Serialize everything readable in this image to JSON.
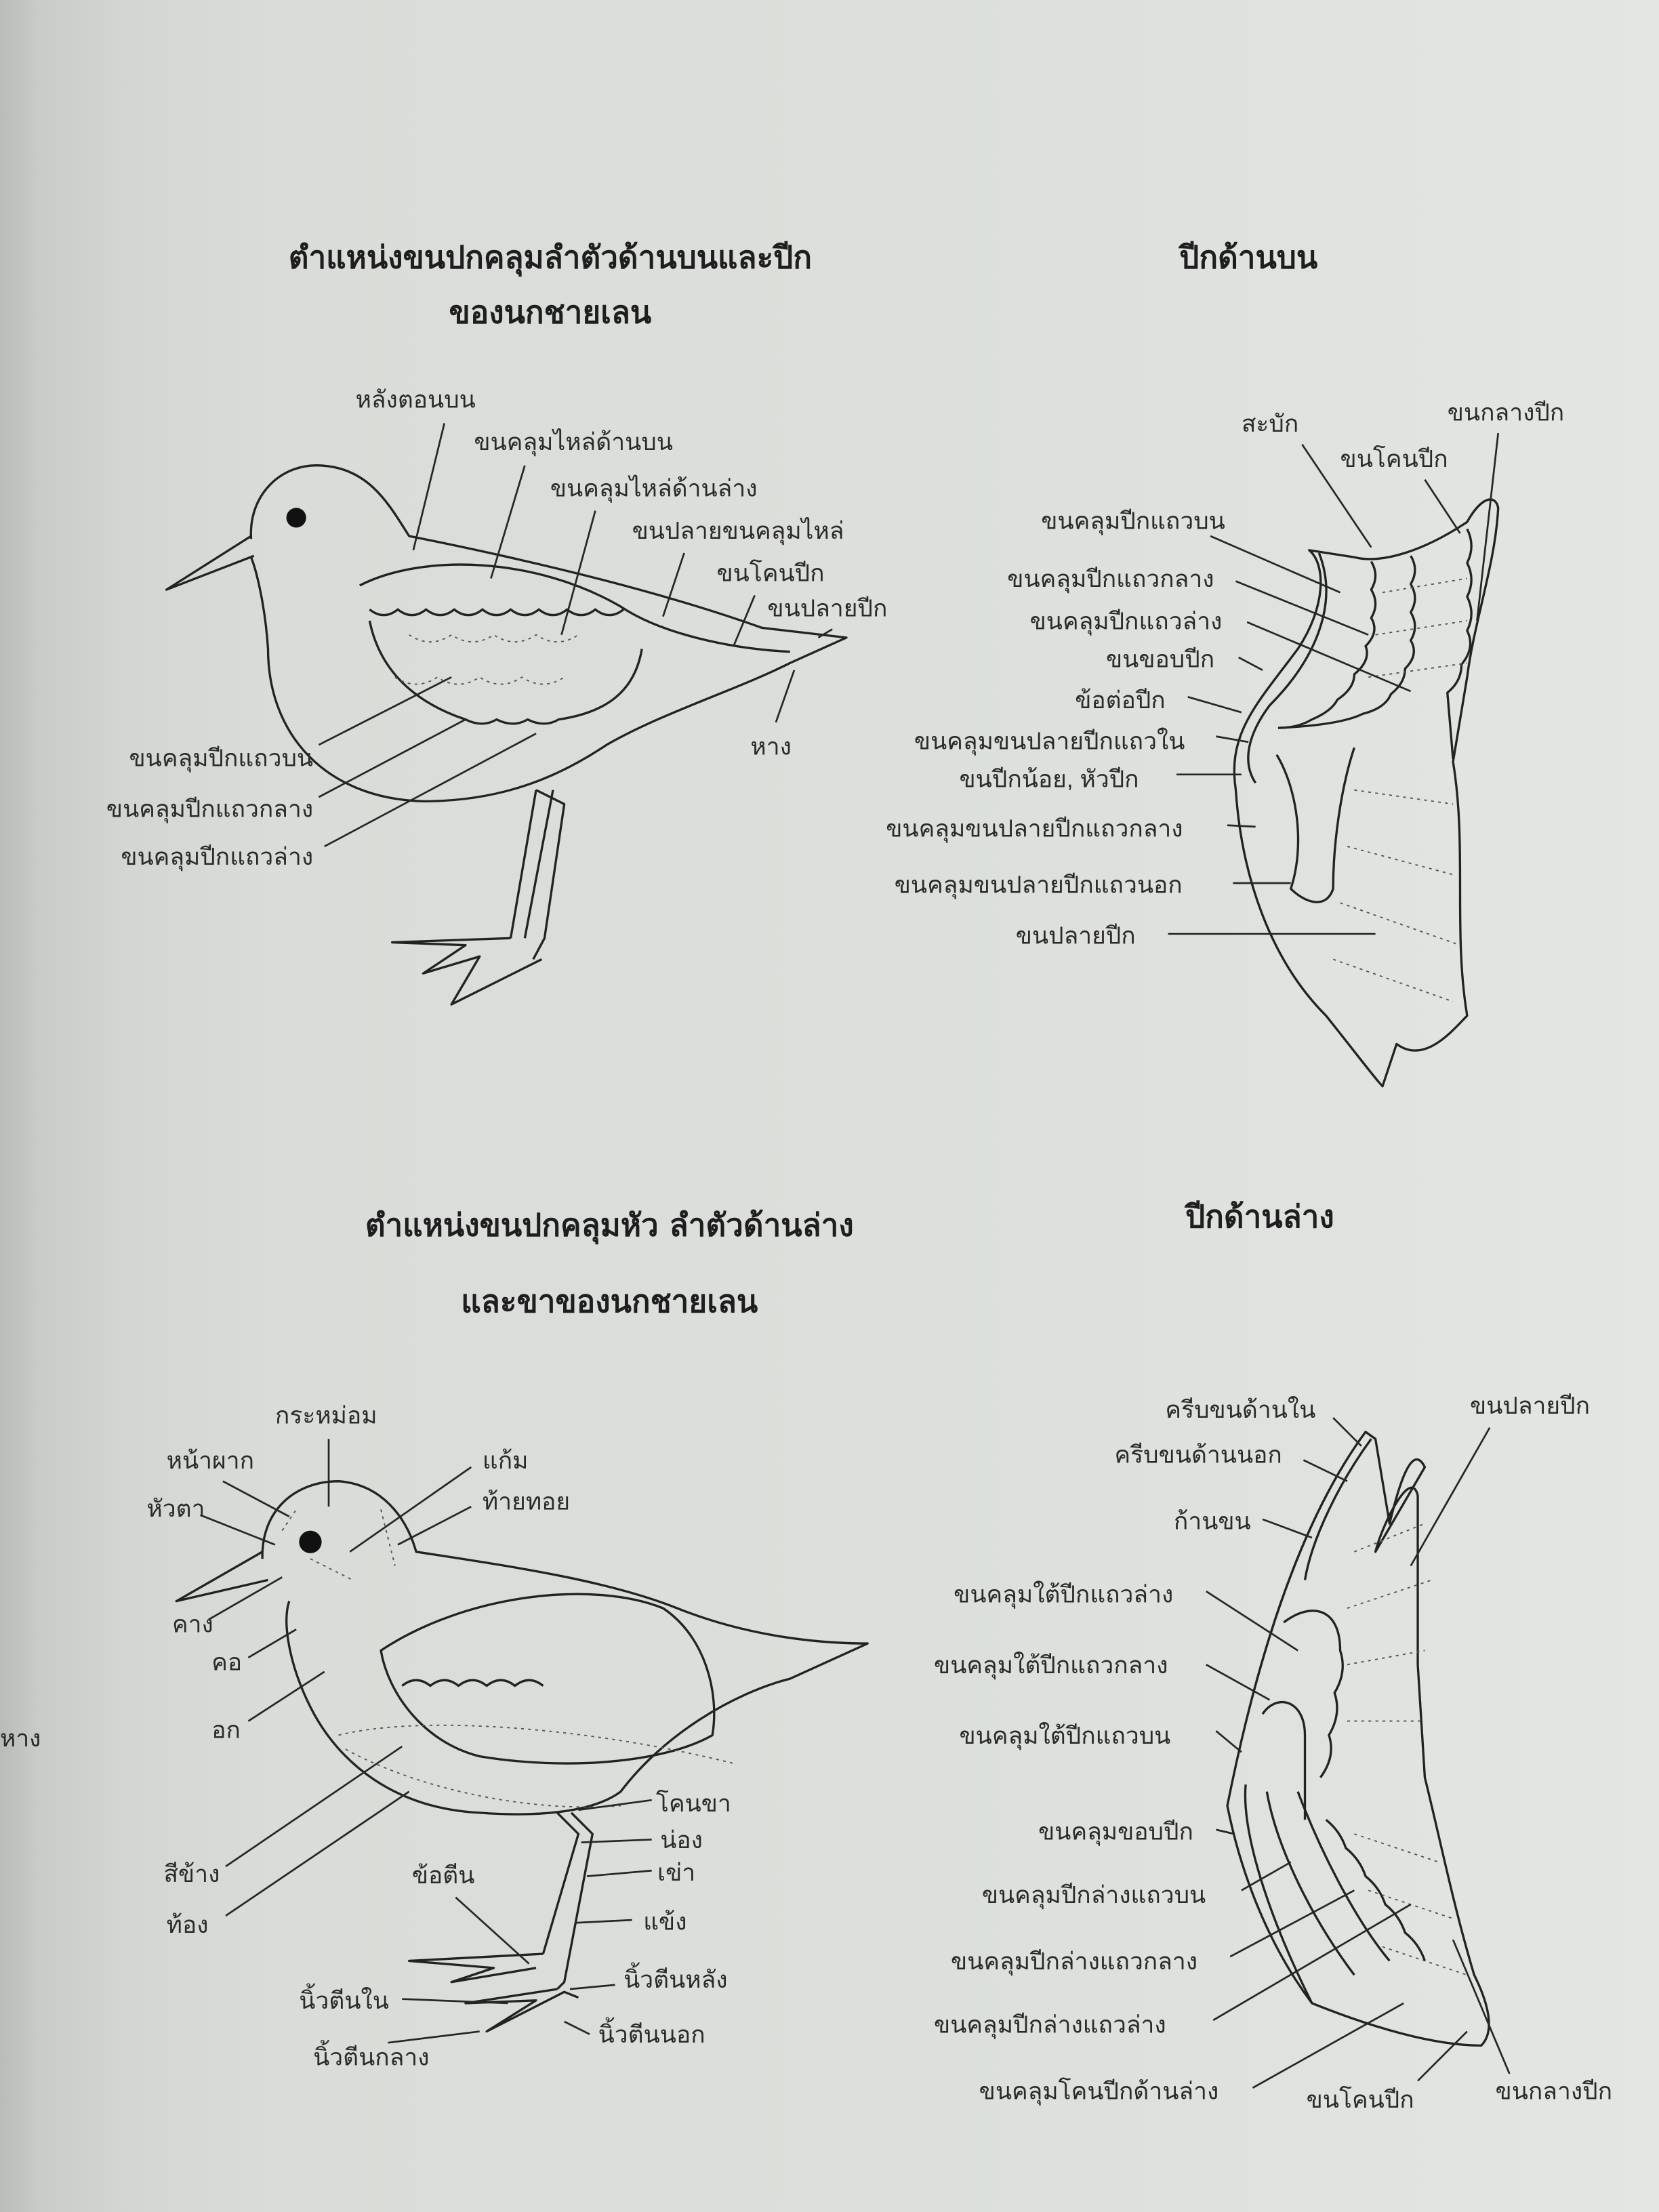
{
  "margin_fragment": "หาง",
  "upper_body": {
    "title_line1": "ตำแหน่งขนปกคลุมลำตัวด้านบนและปีก",
    "title_line2": "ของนกชายเลน",
    "labels": [
      "หลังตอนบน",
      "ขนคลุมไหล่ด้านบน",
      "ขนคลุมไหล่ด้านล่าง",
      "ขนปลายขนคลุมไหล่",
      "ขนโคนปีก",
      "ขนปลายปีก",
      "หาง",
      "ขนคลุมปีกแถวบน",
      "ขนคลุมปีกแถวกลาง",
      "ขนคลุมปีกแถวล่าง"
    ]
  },
  "upper_wing": {
    "title": "ปีกด้านบน",
    "labels": [
      "สะบัก",
      "ขนกลางปีก",
      "ขนโคนปีก",
      "ขนคลุมปีกแถวบน",
      "ขนคลุมปีกแถวกลาง",
      "ขนคลุมปีกแถวล่าง",
      "ขนขอบปีก",
      "ข้อต่อปีก",
      "ขนคลุมขนปลายปีกแถวใน",
      "ขนปีกน้อย, หัวปีก",
      "ขนคลุมขนปลายปีกแถวกลาง",
      "ขนคลุมขนปลายปีกแถวนอก",
      "ขนปลายปีก"
    ]
  },
  "lower_body": {
    "title_line1": "ตำแหน่งขนปกคลุมหัว ลำตัวด้านล่าง",
    "title_line2": "และขาของนกชายเลน",
    "labels": [
      "กระหม่อม",
      "หน้าผาก",
      "หัวตา",
      "แก้ม",
      "ท้ายทอย",
      "คาง",
      "คอ",
      "อก",
      "สีข้าง",
      "ท้อง",
      "ข้อตีน",
      "โคนขา",
      "น่อง",
      "เข่า",
      "แข้ง",
      "นิ้วตีนหลัง",
      "นิ้วตีนใน",
      "นิ้วตีนนอก",
      "นิ้วตีนกลาง"
    ]
  },
  "lower_wing": {
    "title": "ปีกด้านล่าง",
    "labels": [
      "ครีบขนด้านใน",
      "ขนปลายปีก",
      "ครีบขนด้านนอก",
      "ก้านขน",
      "ขนคลุมใต้ปีกแถวล่าง",
      "ขนคลุมใต้ปีกแถวกลาง",
      "ขนคลุมใต้ปีกแถวบน",
      "ขนคลุมขอบปีก",
      "ขนคลุมปีกล่างแถวบน",
      "ขนคลุมปีกล่างแถวกลาง",
      "ขนคลุมปีกล่างแถวล่าง",
      "ขนคลุมโคนปีกด้านล่าง",
      "ขนโคนปีก",
      "ขนกลางปีก"
    ]
  }
}
